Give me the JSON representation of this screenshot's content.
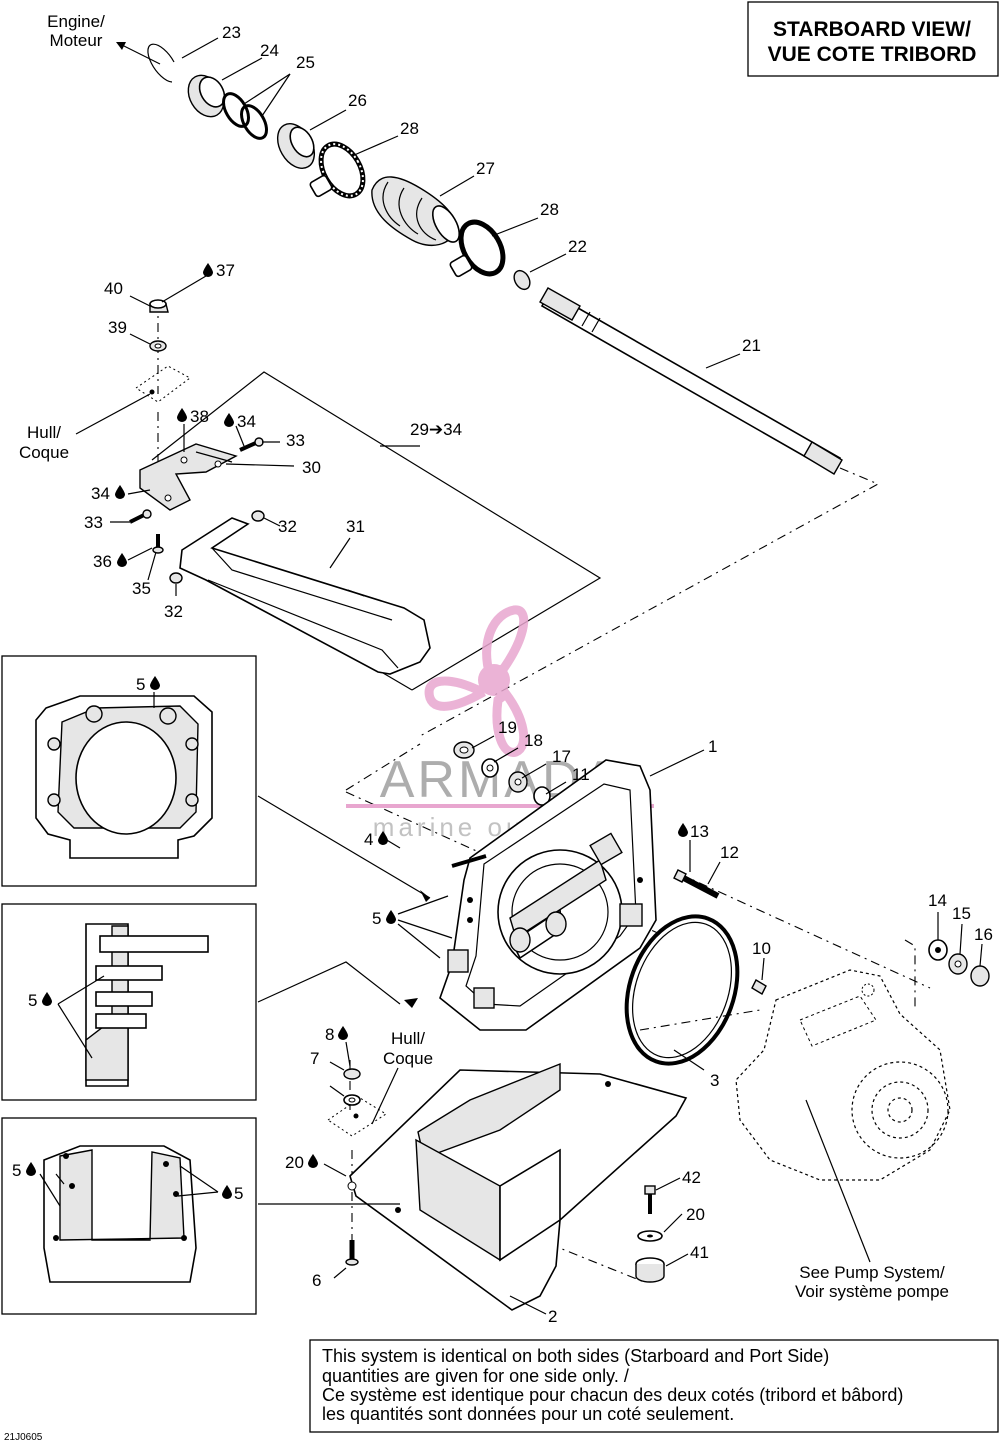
{
  "title": {
    "line1": "STARBOARD VIEW/",
    "line2": "VUE COTE TRIBORD"
  },
  "engine_label": {
    "line1": "Engine/",
    "line2": "Moteur"
  },
  "hull_label_1": {
    "line1": "Hull/",
    "line2": "Coque"
  },
  "hull_label_2": {
    "line1": "Hull/",
    "line2": "Coque"
  },
  "pump_ref": {
    "line1": "See Pump System/",
    "line2": "Voir système pompe"
  },
  "note": {
    "line1": "This system is identical on both sides (Starboard and Port Side)",
    "line2": "quantities are given for one side only. /",
    "line3": "Ce système est identique pour chacun des deux cotés (tribord et bâbord)",
    "line4": "les quantités sont données pour un coté seulement."
  },
  "diagram_code": "21J0605",
  "watermark": {
    "brand": "ARMADA",
    "tagline": "marine outfitters",
    "brand_color": "#e8a6cf"
  },
  "lubricant_icon": "oil-drop-icon",
  "callouts": {
    "c1": "1",
    "c2": "2",
    "c3": "3",
    "c5a": "5",
    "c5b": "5",
    "c5c": "5",
    "c5d": "5",
    "c5e": "5",
    "c6": "6",
    "c7": "7",
    "c8": "8",
    "c10": "10",
    "c11": "11",
    "c12": "12",
    "c13": "13",
    "c14": "14",
    "c15": "15",
    "c16": "16",
    "c17": "17",
    "c18": "18",
    "c19": "19",
    "c20a": "20",
    "c20b": "20",
    "c21": "21",
    "c22": "22",
    "c23": "23",
    "c24": "24",
    "c25": "25",
    "c26": "26",
    "c27": "27",
    "c28a": "28",
    "c28b": "28",
    "c30": "30",
    "c31": "31",
    "c32a": "32",
    "c32b": "32",
    "c33a": "33",
    "c33b": "33",
    "c34a": "34",
    "c34b": "34",
    "c35": "35",
    "c36": "36",
    "c37": "37",
    "c38": "38",
    "c39": "39",
    "c40": "40",
    "c41": "41",
    "c42": "42",
    "c4": "4",
    "range": "29➔34"
  }
}
